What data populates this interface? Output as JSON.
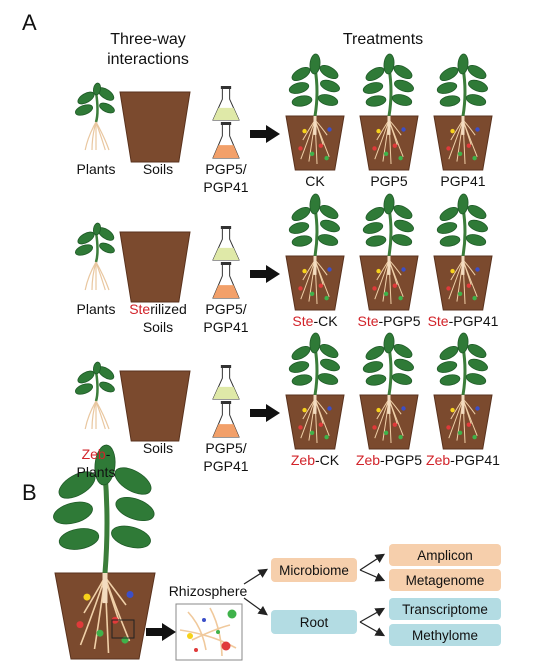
{
  "panel_a": {
    "label": "A",
    "header_left": [
      "Three-way",
      "interactions"
    ],
    "header_right": "Treatments",
    "rows": [
      {
        "plants_label": [
          {
            "text": "Plants",
            "red": false
          }
        ],
        "soils_label": [
          [
            {
              "text": "Soils",
              "red": false
            }
          ]
        ],
        "inoculum_label": [
          "PGP5/",
          "PGP41"
        ],
        "treatments": [
          [
            {
              "text": "CK",
              "red": false
            }
          ],
          [
            {
              "text": "PGP5",
              "red": false
            }
          ],
          [
            {
              "text": "PGP41",
              "red": false
            }
          ]
        ]
      },
      {
        "plants_label": [
          {
            "text": "Plants",
            "red": false
          }
        ],
        "soils_label": [
          [
            {
              "text": "Ste",
              "red": true
            },
            {
              "text": "rilized",
              "red": false
            }
          ],
          [
            {
              "text": "Soils",
              "red": false
            }
          ]
        ],
        "inoculum_label": [
          "PGP5/",
          "PGP41"
        ],
        "treatments": [
          [
            {
              "text": "Ste",
              "red": true
            },
            {
              "text": "-CK",
              "red": false
            }
          ],
          [
            {
              "text": "Ste",
              "red": true
            },
            {
              "text": "-PGP5",
              "red": false
            }
          ],
          [
            {
              "text": "Ste",
              "red": true
            },
            {
              "text": "-PGP41",
              "red": false
            }
          ]
        ]
      },
      {
        "plants_label": [
          {
            "text": "Zeb",
            "red": true
          },
          {
            "text": "-",
            "red": false
          }
        ],
        "plants_label_line2": "Plants",
        "soils_label": [
          [
            {
              "text": "Soils",
              "red": false
            }
          ]
        ],
        "inoculum_label": [
          "PGP5/",
          "PGP41"
        ],
        "treatments": [
          [
            {
              "text": "Zeb",
              "red": true
            },
            {
              "text": "-CK",
              "red": false
            }
          ],
          [
            {
              "text": "Zeb",
              "red": true
            },
            {
              "text": "-PGP5",
              "red": false
            }
          ],
          [
            {
              "text": "Zeb",
              "red": true
            },
            {
              "text": "-PGP41",
              "red": false
            }
          ]
        ]
      }
    ]
  },
  "panel_b": {
    "label": "B",
    "rhizosphere": "Rhizosphere",
    "microbiome": "Microbiome",
    "root": "Root",
    "microbiome_outputs": [
      "Amplicon",
      "Metagenome"
    ],
    "root_outputs": [
      "Transcriptome",
      "Methylome"
    ]
  },
  "colors": {
    "accent_red": "#d2232a",
    "soil": "#7b4a2e",
    "leaf": "#2f7a37",
    "microbiome_box": "#f6cfac",
    "root_box": "#b3dce3"
  }
}
